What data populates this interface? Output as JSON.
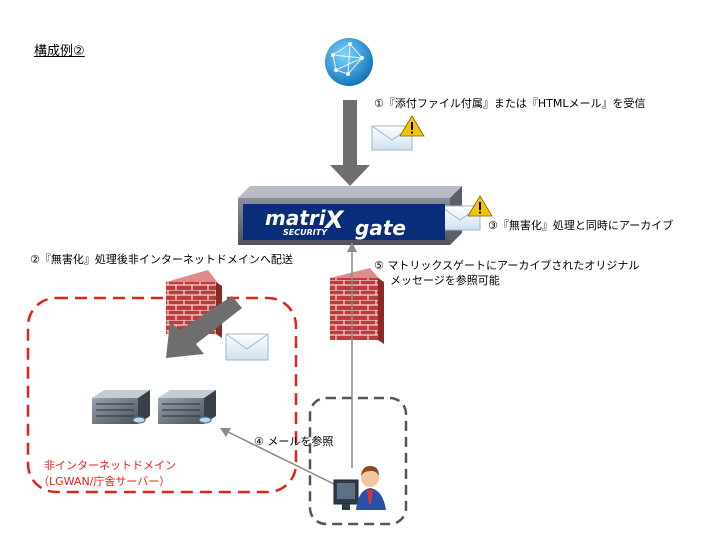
{
  "title": "構成例②",
  "appliance": {
    "brand_left": "matri",
    "brand_x": "X",
    "brand_right": "gate",
    "brand_sub": "SECURITY"
  },
  "steps": {
    "s1": "①『添付ファイル付属』または『HTMLメール』を受信",
    "s2": "②『無害化』処理後非インターネットドメインへ配送",
    "s3": "③『無害化』処理と同時にアーカイブ",
    "s4": "④ メールを参照",
    "s5_line1": "⑤ マトリックスゲートにアーカイブされたオリジナル",
    "s5_line2": "メッセージを参照可能"
  },
  "domain_label_1": "非インターネットドメイン",
  "domain_label_2": "（LGWAN/庁舎サーバー）",
  "colors": {
    "arrow_gray": "#6e6e6e",
    "domain_red": "#e2231a",
    "appliance_blue": "#0a2d7a",
    "brick": "#c0393b"
  },
  "icons": [
    "globe-icon",
    "warning-icon",
    "mail-icon",
    "firewall-icon",
    "server-icon",
    "user-pc-icon"
  ]
}
